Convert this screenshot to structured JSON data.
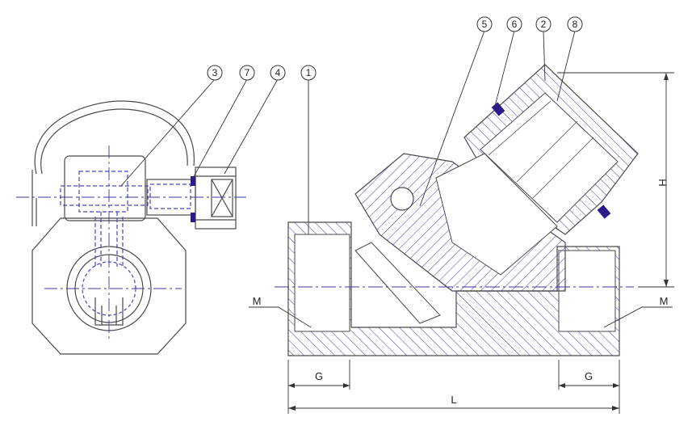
{
  "callouts": [
    {
      "id": "c1",
      "text": "1"
    },
    {
      "id": "c2",
      "text": "2"
    },
    {
      "id": "c3",
      "text": "3"
    },
    {
      "id": "c4",
      "text": "4"
    },
    {
      "id": "c5",
      "text": "5"
    },
    {
      "id": "c6",
      "text": "6"
    },
    {
      "id": "c7",
      "text": "7"
    },
    {
      "id": "c8",
      "text": "8"
    }
  ],
  "dimensions": {
    "g_left": "G",
    "g_right": "G",
    "length": "L",
    "height": "H",
    "m_left": "M",
    "m_right": "M"
  },
  "colors": {
    "outline": "#4a4a4a",
    "hatch": "#3b3bb0",
    "hidden": "#4444cc",
    "seal": "#2a1a8a",
    "center": "#3a3aa0"
  }
}
